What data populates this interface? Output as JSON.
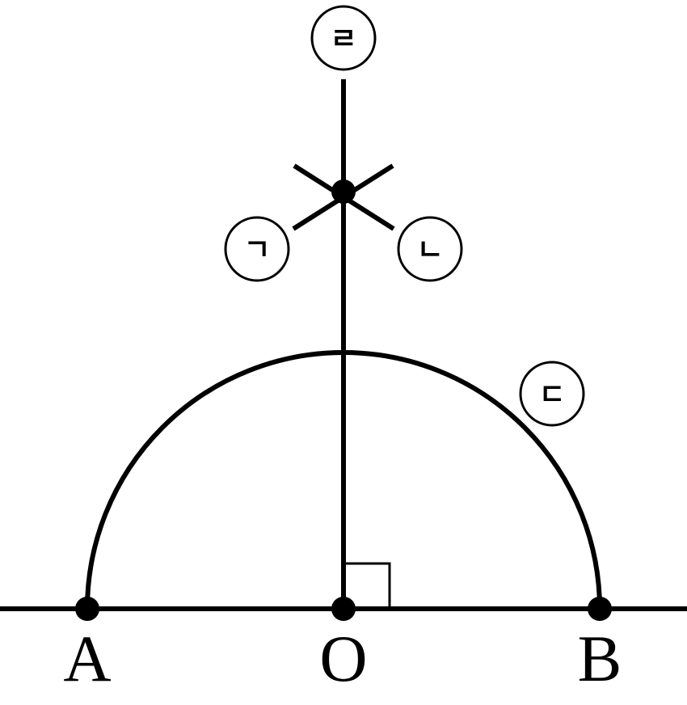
{
  "points": {
    "A": "A",
    "O": "O",
    "B": "B"
  },
  "steps": {
    "s1": "ㄱ",
    "s2": "ㄴ",
    "s3": "ㄷ",
    "s4": "ㄹ"
  }
}
